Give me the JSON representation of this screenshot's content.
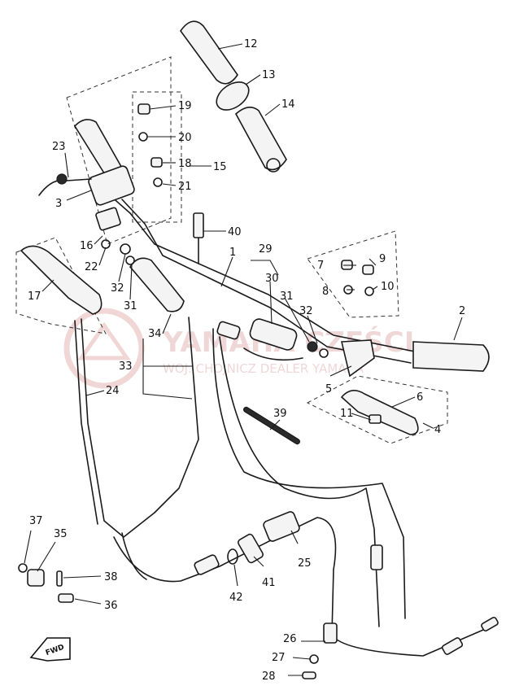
{
  "diagram": {
    "callouts": {
      "c1": "1",
      "c2": "2",
      "c3": "3",
      "c4": "4",
      "c5": "5",
      "c6": "6",
      "c7": "7",
      "c8": "8",
      "c9": "9",
      "c10": "10",
      "c11": "11",
      "c12": "12",
      "c13": "13",
      "c14": "14",
      "c15": "15",
      "c16": "16",
      "c17": "17",
      "c18": "18",
      "c19": "19",
      "c20": "20",
      "c21": "21",
      "c22": "22",
      "c23": "23",
      "c24": "24",
      "c25": "25",
      "c26": "26",
      "c27": "27",
      "c28": "28",
      "c29": "29",
      "c30": "30",
      "c31a": "31",
      "c31b": "31",
      "c32a": "32",
      "c32b": "32",
      "c33": "33",
      "c34": "34",
      "c35": "35",
      "c36": "36",
      "c37": "37",
      "c38": "38",
      "c39": "39",
      "c40": "40",
      "c41": "41",
      "c42": "42"
    },
    "direction_label": "FWD",
    "watermark": {
      "brand": "YAMAHA CZĘŚCI",
      "tagline": "WOJ. CHOJNICZ DEALER YAMAHA"
    }
  }
}
